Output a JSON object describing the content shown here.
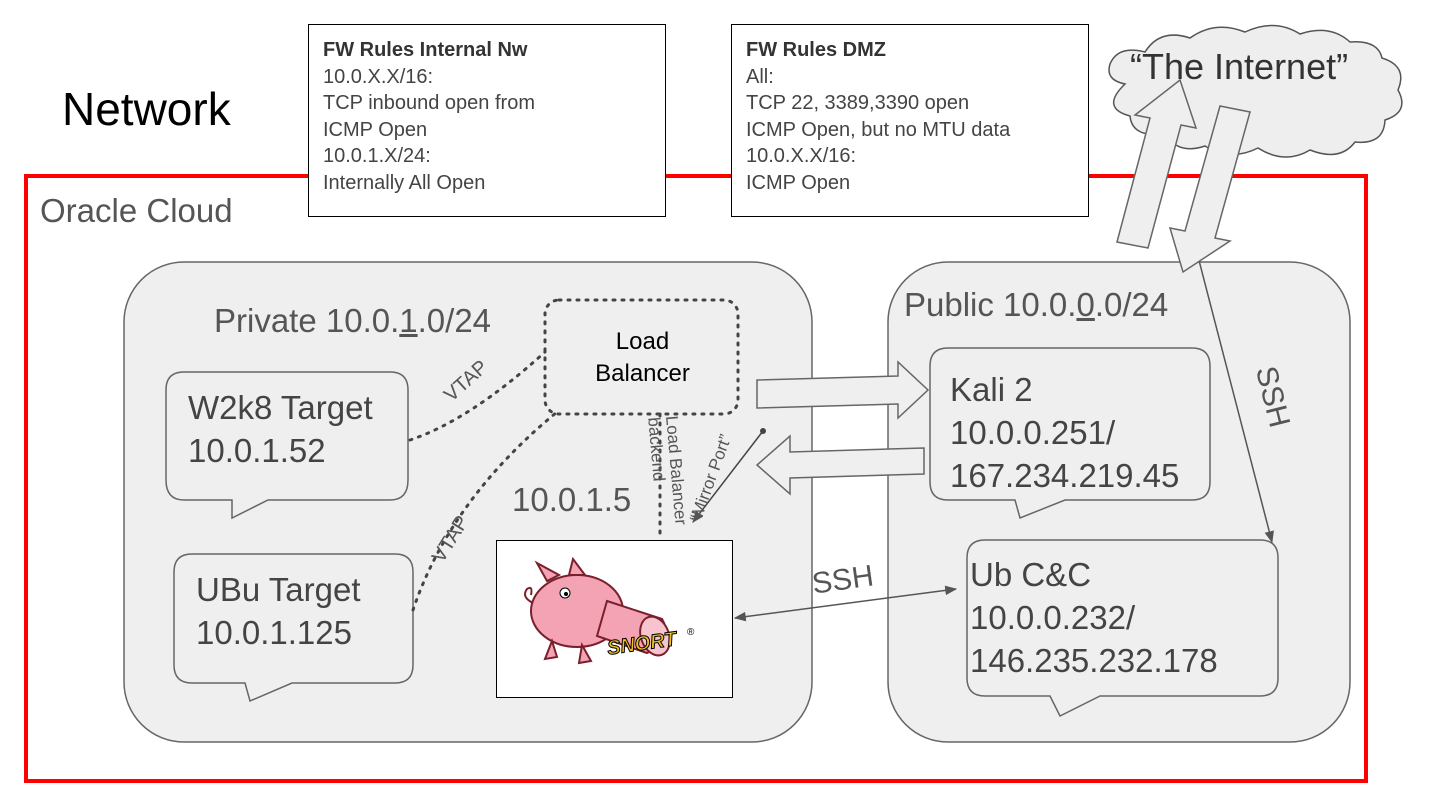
{
  "page": {
    "title": "Network"
  },
  "oracle_cloud": {
    "label": "Oracle Cloud"
  },
  "fw_internal": {
    "heading": "FW Rules Internal Nw",
    "lines": [
      "10.0.X.X/16:",
      "TCP inbound open from",
      "ICMP Open",
      "10.0.1.X/24:",
      "Internally All Open"
    ]
  },
  "fw_dmz": {
    "heading": "FW Rules DMZ",
    "lines": [
      "All:",
      "TCP 22, 3389,3390 open",
      "ICMP Open, but no MTU data",
      "10.0.X.X/16:",
      "ICMP Open"
    ]
  },
  "internet": {
    "label": "“The Internet”"
  },
  "private_zone": {
    "prefix": "Private 10.0.",
    "underlined": "1",
    "suffix": ".0/24"
  },
  "public_zone": {
    "prefix": "Public 10.0.",
    "underlined": "0",
    "suffix": ".0/24"
  },
  "w2k8": {
    "line1": "W2k8 Target",
    "line2": "10.0.1.52"
  },
  "ubu": {
    "line1": "UBu Target",
    "line2": "10.0.1.125"
  },
  "load_balancer": {
    "line1": "Load",
    "line2": "Balancer"
  },
  "snort": {
    "ip": "10.0.1.5",
    "logo_text": "SNORT",
    "registered": "®"
  },
  "kali": {
    "line1": "Kali 2",
    "line2": "10.0.0.251/",
    "line3": "167.234.219.45"
  },
  "ubcc": {
    "line1": "Ub C&C",
    "line2": "10.0.0.232/",
    "line3": "146.235.232.178"
  },
  "links": {
    "vtap1": "VTAP",
    "vtap2": "VTAP",
    "lb_backend": "Load Balancer backend",
    "mirror_port": "“Mirror Port”",
    "ssh_internal": "SSH",
    "ssh_internet": "SSH"
  },
  "colors": {
    "cloud_border": "#ff0000",
    "zone_fill": "#efefef",
    "zone_border": "#666666",
    "arrow_fill": "#efefef",
    "snort_pink": "#f4a3b4"
  }
}
